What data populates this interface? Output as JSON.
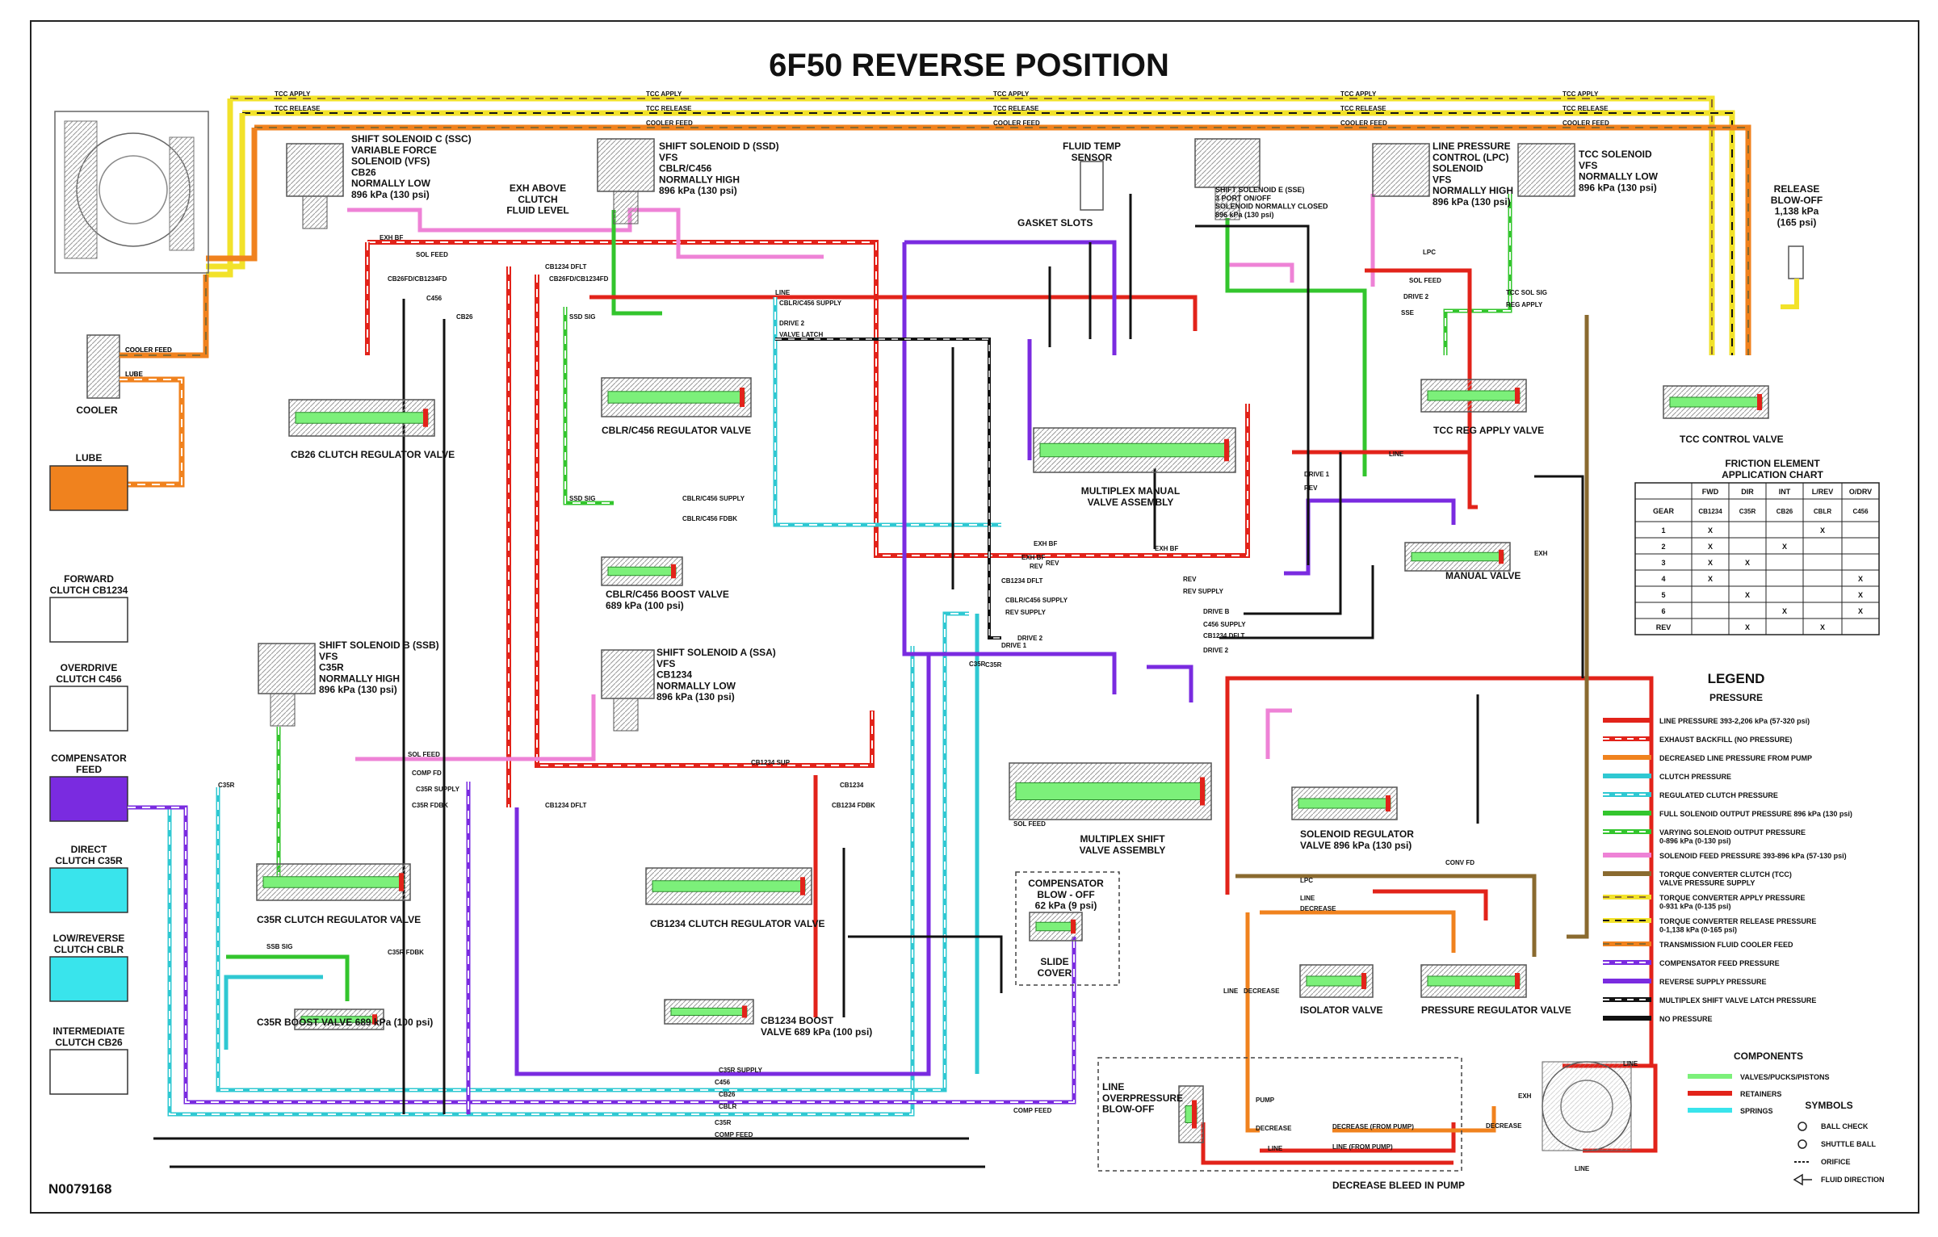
{
  "title": "6F50 REVERSE POSITION",
  "code": "N0079168",
  "colors": {
    "line": "#e2231a",
    "exhaust": "#e2231a",
    "decreased": "#f0821e",
    "clutch": "#2fc8d2",
    "full_solenoid": "#33c52d",
    "solenoid_feed": "#ee82d6",
    "tcc": "#8a6a2f",
    "tcc_apply": "#f2e22a",
    "tcc_release": "#f2e22a",
    "cooler": "#f0821e",
    "comp_feed": "#7a2be0",
    "reverse": "#7a2be0",
    "latch": "#111111",
    "none": "#111111",
    "lube_box": "#f0821e",
    "comp_box": "#7a2be0",
    "clutch_box": "#39e4ec"
  },
  "top_lines": {
    "tcc_apply": "TCC APPLY",
    "tcc_release": "TCC RELEASE",
    "cooler_feed": "COOLER FEED"
  },
  "components": {
    "ssc": "SHIFT SOLENOID C (SSC)\nVARIABLE FORCE\nSOLENOID (VFS)\nCB26\nNORMALLY LOW\n896 kPa (130 psi)",
    "ssd": "SHIFT SOLENOID D (SSD)\nVFS\nCBLR/C456\nNORMALLY HIGH\n896 kPa (130 psi)",
    "flt": "FLUID TEMP\nSENSOR",
    "gasket": "GASKET SLOTS",
    "sse": "SHIFT SOLENOID E (SSE)\n3 PORT ON/OFF\nSOLENOID NORMALLY CLOSED\n896 kPa (130 psi)",
    "lpc": "LINE PRESSURE\nCONTROL (LPC)\nSOLENOID\nVFS\nNORMALLY HIGH\n896 kPa (130 psi)",
    "tcc_sol": "TCC SOLENOID\nVFS\nNORMALLY LOW\n896 kPa (130 psi)",
    "release_blow": "RELEASE\nBLOW-OFF\n1,138 kPa\n(165 psi)",
    "exh_above": "EXH ABOVE\nCLUTCH\nFLUID LEVEL",
    "cb26_valve": "CB26 CLUTCH REGULATOR VALVE",
    "cblr_reg": "CBLR/C456 REGULATOR VALVE",
    "cblr_boost": "CBLR/C456 BOOST VALVE\n689 kPa (100 psi)",
    "manual_mux": "MULTIPLEX MANUAL\nVALVE ASSEMBLY",
    "tcc_reg": "TCC REG APPLY VALVE",
    "tcc_ctrl": "TCC CONTROL VALVE",
    "manual_valve": "MANUAL VALVE",
    "ssb": "SHIFT SOLENOID B (SSB)\nVFS\nC35R\nNORMALLY HIGH\n896 kPa (130 psi)",
    "ssa": "SHIFT SOLENOID A (SSA)\nVFS\nCB1234\nNORMALLY LOW\n896 kPa (130 psi)",
    "mux_shift": "MULTIPLEX SHIFT\nVALVE ASSEMBLY",
    "c35r_valve": "C35R CLUTCH REGULATOR VALVE",
    "cb1234_valve": "CB1234 CLUTCH REGULATOR VALVE",
    "comp_blow": "COMPENSATOR\nBLOW - OFF\n62 kPa (9 psi)",
    "slide": "SLIDE\nCOVER",
    "c35r_boost": "C35R BOOST VALVE 689 kPa (100 psi)",
    "cb1234_boost": "CB1234 BOOST\nVALVE 689 kPa (100 psi)",
    "sol_reg": "SOLENOID REGULATOR\nVALVE 896 kPa (130 psi)",
    "isolator": "ISOLATOR VALVE",
    "press_reg": "PRESSURE REGULATOR VALVE",
    "line_over": "LINE\nOVERPRESSURE\nBLOW-OFF",
    "dec_bleed": "DECREASE BLEED IN PUMP",
    "cooler": "COOLER"
  },
  "left_boxes": [
    {
      "label": "LUBE",
      "color": "#f0821e"
    },
    {
      "label": "FORWARD\nCLUTCH CB1234",
      "color": "#ffffff"
    },
    {
      "label": "OVERDRIVE\nCLUTCH C456",
      "color": "#ffffff"
    },
    {
      "label": "COMPENSATOR\nFEED",
      "color": "#7a2be0"
    },
    {
      "label": "DIRECT\nCLUTCH C35R",
      "color": "#39e4ec"
    },
    {
      "label": "LOW/REVERSE\nCLUTCH CBLR",
      "color": "#39e4ec"
    },
    {
      "label": "INTERMEDIATE\nCLUTCH CB26",
      "color": "#ffffff"
    }
  ],
  "friction_chart": {
    "title": "FRICTION ELEMENT\nAPPLICATION CHART",
    "headers": [
      "",
      "FWD",
      "DIR",
      "INT",
      "L/REV",
      "O/DRV"
    ],
    "subheaders": [
      "GEAR",
      "CB1234",
      "C35R",
      "CB26",
      "CBLR",
      "C456"
    ],
    "rows": [
      [
        "1",
        "X",
        "",
        "",
        "X",
        ""
      ],
      [
        "2",
        "X",
        "",
        "X",
        "",
        ""
      ],
      [
        "3",
        "X",
        "X",
        "",
        "",
        ""
      ],
      [
        "4",
        "X",
        "",
        "",
        "",
        "X"
      ],
      [
        "5",
        "",
        "X",
        "",
        "",
        "X"
      ],
      [
        "6",
        "",
        "",
        "X",
        "",
        "X"
      ],
      [
        "REV",
        "",
        "X",
        "",
        "X",
        ""
      ]
    ]
  },
  "legend": {
    "title": "LEGEND",
    "subtitle": "PRESSURE",
    "items": [
      {
        "label": "LINE PRESSURE 393-2,206 kPa (57-320 psi)",
        "color": "#e2231a",
        "stripe": ""
      },
      {
        "label": "EXHAUST BACKFILL (NO PRESSURE)",
        "color": "#e2231a",
        "stripe": "#ffffff"
      },
      {
        "label": "DECREASED LINE PRESSURE FROM PUMP",
        "color": "#f0821e",
        "stripe": ""
      },
      {
        "label": "CLUTCH PRESSURE",
        "color": "#2fc8d2",
        "stripe": ""
      },
      {
        "label": "REGULATED CLUTCH PRESSURE",
        "color": "#2fc8d2",
        "stripe": "#ffffff"
      },
      {
        "label": "FULL SOLENOID OUTPUT PRESSURE 896 kPa (130 psi)",
        "color": "#33c52d",
        "stripe": ""
      },
      {
        "label": "VARYING SOLENOID OUTPUT PRESSURE\n0-896 kPa (0-130 psi)",
        "color": "#33c52d",
        "stripe": "#ffffff"
      },
      {
        "label": "SOLENOID FEED PRESSURE 393-896 kPa (57-130 psi)",
        "color": "#ee82d6",
        "stripe": ""
      },
      {
        "label": "TORQUE CONVERTER CLUTCH (TCC)\nVALVE PRESSURE SUPPLY",
        "color": "#8a6a2f",
        "stripe": ""
      },
      {
        "label": "TORQUE CONVERTER APPLY PRESSURE\n0-931 kPa (0-135 psi)",
        "color": "#f2e22a",
        "stripe": "#8a6a2f"
      },
      {
        "label": "TORQUE CONVERTER RELEASE PRESSURE\n0-1,138 kPa (0-165 psi)",
        "color": "#f2e22a",
        "stripe": "#111111"
      },
      {
        "label": "TRANSMISSION FLUID COOLER FEED",
        "color": "#f0821e",
        "stripe": "#8a6a2f"
      },
      {
        "label": "COMPENSATOR FEED PRESSURE",
        "color": "#7a2be0",
        "stripe": "#ffffff"
      },
      {
        "label": "REVERSE SUPPLY PRESSURE",
        "color": "#7a2be0",
        "stripe": ""
      },
      {
        "label": "MULTIPLEX SHIFT VALVE LATCH PRESSURE",
        "color": "#111111",
        "stripe": "#ffffff"
      },
      {
        "label": "NO PRESSURE",
        "color": "#111111",
        "stripe": ""
      }
    ]
  },
  "components_legend": {
    "title": "COMPONENTS",
    "items": [
      {
        "label": "VALVES/PUCKS/PISTONS",
        "color": "#7cf07a"
      },
      {
        "label": "RETAINERS",
        "color": "#e2231a"
      },
      {
        "label": "SPRINGS",
        "color": "#39e4ec"
      }
    ]
  },
  "symbols": {
    "title": "SYMBOLS",
    "items": [
      "BALL CHECK",
      "SHUTTLE BALL",
      "ORIFICE",
      "FLUID DIRECTION"
    ]
  },
  "line_labels": [
    "EXH BF",
    "SOL FEED",
    "CB26FD/CB1234FD",
    "C456",
    "CB26",
    "CB1234 DFLT",
    "CB26FD/CB1234FD",
    "SSD SIG",
    "LINE",
    "CBLR/C456 SUPPLY",
    "DRIVE 2",
    "VALVE LATCH",
    "SSD SIG",
    "CBLR/C456 SUPPLY",
    "CBLR/C456 FDBK",
    "EXH BF",
    "REV",
    "DRIVE 2",
    "EXH BF",
    "REV",
    "C35R",
    "SOL FEED",
    "COMP FD",
    "C35R SUPPLY",
    "C35R FDBK",
    "C35R",
    "SSB SIG",
    "C35R FDBK",
    "CB1234 DFLT",
    "CB1234 SUP",
    "CB1234",
    "CB1234 FDBK",
    "COOLER FEED",
    "LUBE",
    "LPC",
    "SOL FEED",
    "DRIVE 2",
    "TCC SOL SIG",
    "REG APPLY",
    "SSE",
    "LINE",
    "DRIVE 1",
    "REV",
    "EXH",
    "CONV FD",
    "LPC",
    "LINE",
    "DECREASE",
    "LINE",
    "DECREASE",
    "PUMP",
    "DECREASE",
    "DECREASE (FROM PUMP)",
    "LINE (FROM PUMP)",
    "LINE",
    "DECREASE",
    "LINE",
    "LINE",
    "COMP FEED",
    "C456",
    "CB26",
    "CBLR",
    "C35R",
    "COMP FEED",
    "C35R SUPPLY",
    "CBLR/C456 SUPPLY",
    "REV SUPPLY",
    "CB1234 DFLT",
    "C35R",
    "EXH BF",
    "REV",
    "REV SUPPLY",
    "DRIVE B",
    "C456 SUPPLY",
    "CB1234 DFLT",
    "DRIVE 2",
    "DRIVE 1",
    "SOL FEED",
    "EXH"
  ]
}
